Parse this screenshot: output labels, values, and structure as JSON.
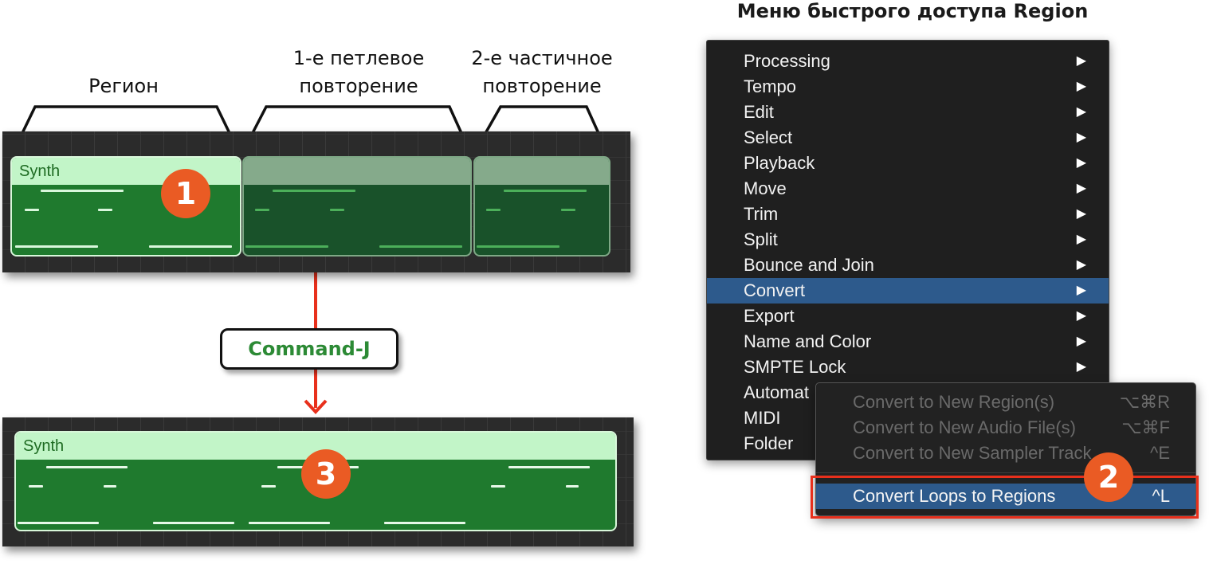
{
  "labels": {
    "region": "Регион",
    "loop1_line1": "1-е петлевое",
    "loop1_line2": "повторение",
    "loop2_line1": "2-е частичное",
    "loop2_line2": "повторение",
    "menu_title": "Меню быстрого доступа Region"
  },
  "region_top": {
    "name": "Synth",
    "badge": "1",
    "color": "#1e7a2e",
    "header_color": "#c2f5c8"
  },
  "command": {
    "label": "Command-J"
  },
  "region_bottom": {
    "name": "Synth",
    "badge": "3"
  },
  "menu": {
    "items": [
      {
        "label": "Processing",
        "arrow": "▶"
      },
      {
        "label": "Tempo",
        "arrow": "▶"
      },
      {
        "label": "Edit",
        "arrow": "▶"
      },
      {
        "label": "Select",
        "arrow": "▶"
      },
      {
        "label": "Playback",
        "arrow": "▶"
      },
      {
        "label": "Move",
        "arrow": "▶"
      },
      {
        "label": "Trim",
        "arrow": "▶"
      },
      {
        "label": "Split",
        "arrow": "▶"
      },
      {
        "label": "Bounce and Join",
        "arrow": "▶"
      },
      {
        "label": "Convert",
        "arrow": "▶"
      },
      {
        "label": "Export",
        "arrow": "▶"
      },
      {
        "label": "Name and Color",
        "arrow": "▶"
      },
      {
        "label": "SMPTE Lock",
        "arrow": "▶"
      },
      {
        "label": "Automat",
        "arrow": ""
      },
      {
        "label": "MIDI",
        "arrow": ""
      },
      {
        "label": "Folder",
        "arrow": ""
      }
    ],
    "selected_color": "#2d5a8c"
  },
  "submenu": {
    "items": [
      {
        "label": "Convert to New Region(s)",
        "shortcut": "⌥⌘R"
      },
      {
        "label": "Convert to New Audio File(s)",
        "shortcut": "⌥⌘F"
      },
      {
        "label": "Convert to New Sampler Track",
        "shortcut": "^E"
      },
      {
        "label": "Convert Loops to Regions",
        "shortcut": "^L"
      }
    ],
    "badge": "2"
  },
  "colors": {
    "accent_orange": "#ea5b24",
    "arrow_red": "#e8301c",
    "command_green": "#2c8a35"
  }
}
